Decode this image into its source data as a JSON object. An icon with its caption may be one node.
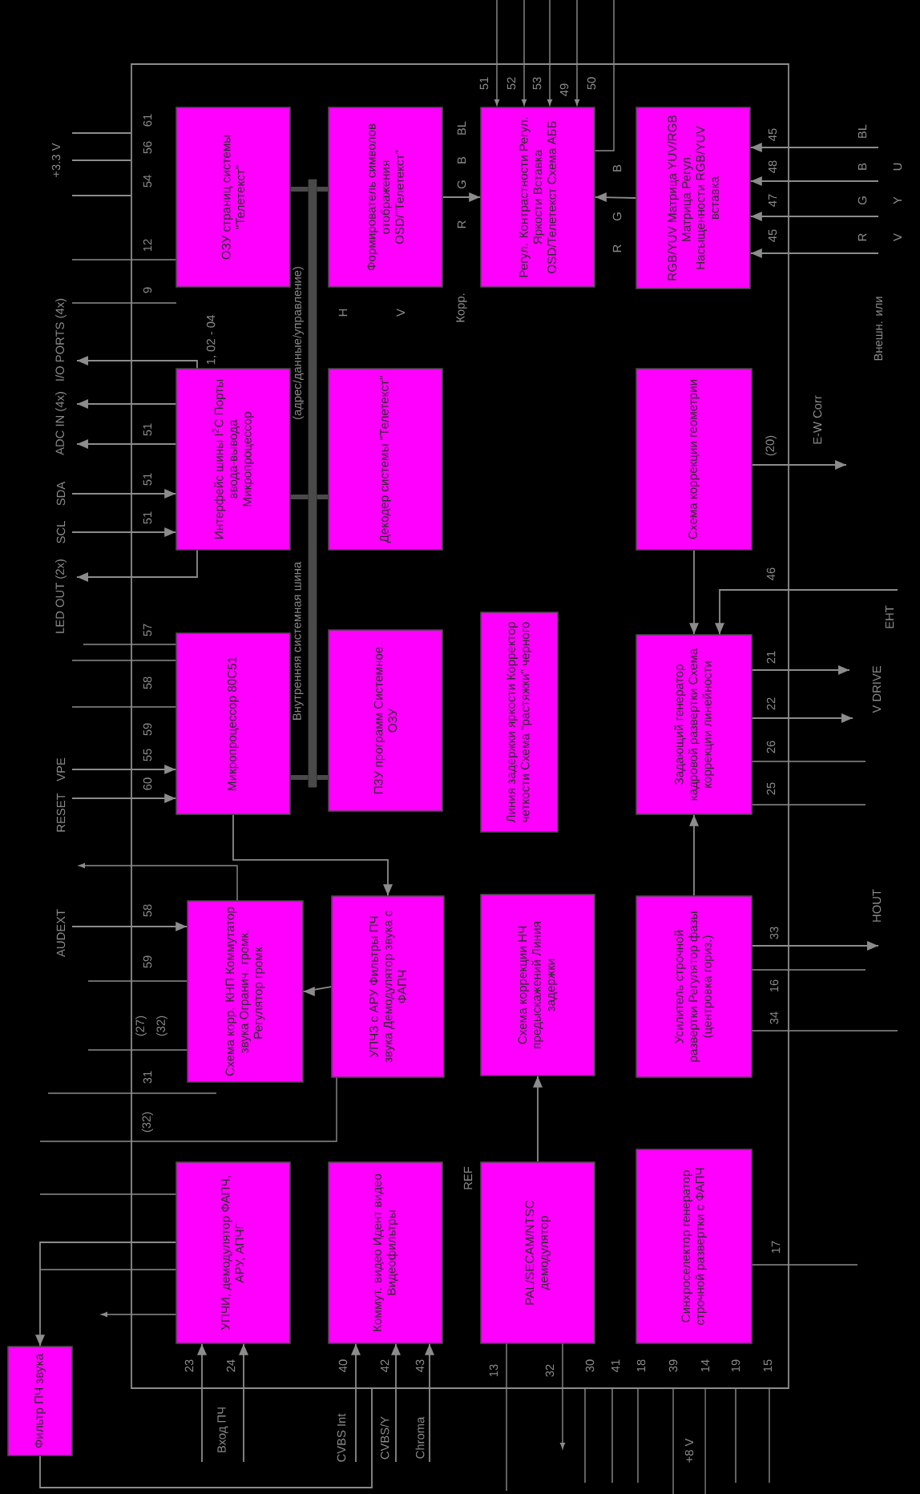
{
  "diagram": {
    "nodes": [
      {
        "text": [],
        "shape": "box"
      },
      {
        "text": [
          "ОЗУ страниц системы \"Телетекст\""
        ],
        "in": 0
      },
      {
        "text": [
          "Формирователь символов отображения OSD/\"Телетекст\""
        ],
        "in": 0
      },
      {
        "text": [
          "Регул. Контрастности Регул. Яркости Вставка OSD/Телетекст Схема АББ"
        ],
        "in": 0
      },
      {
        "text": [
          "RGB/YUV Матрица YUV/RGB Матрица Регул. Насыщенности RGB/YUV вставка"
        ],
        "in": 0
      },
      {
        "text": [
          "Интерфейс шины I$^{2}$C Порты ввода-вывода Микропроцессор"
        ],
        "in": 0
      },
      {
        "text": [
          "Декодер системы \"Телетекст\""
        ],
        "in": 0
      },
      {
        "text": [
          "Схема коррекции геометрии"
        ],
        "in": 0
      },
      {
        "text": [
          "Микропроцессор 80C51"
        ],
        "in": 0
      },
      {
        "text": [
          "ПЗУ программ Системное ОЗУ"
        ],
        "in": 0
      },
      {
        "text": [
          "Линия задержки яркости Корректор четкости Схема \"растяжки\" черного"
        ],
        "in": 0
      },
      {
        "text": [
          "Задающий генератор кадровой развертки Схема коррекции линейности"
        ],
        "in": 0
      },
      {
        "text": [
          "Схема корр. КНП Коммутатор звука Огранич. громк. Регулятор громк."
        ],
        "in": 0
      },
      {
        "text": [
          "УПЧЗ с АРУ Фильтры ПЧ звука Демодулятор звука с ФАПЧ"
        ],
        "in": 0
      },
      {
        "text": [
          "Схема коррекции НЧ предыскажений Линия задержки"
        ],
        "in": 0
      },
      {
        "text": [
          "Усилитель строчной развертки Регулятор фазы (центровка гориз.)"
        ],
        "in": 0
      },
      {
        "text": [
          "УПЧИ, демодулятор ФАПЧ, АРУ, АПЧГ"
        ],
        "in": 0
      },
      {
        "text": [
          "Коммут. видео Идент видео Видеофильтры"
        ],
        "in": 0
      },
      {
        "text": [
          "PAL/SECAM/NTSC демодулятор"
        ],
        "in": 0
      },
      {
        "text": [
          "Синхроселектор генератор строчной развертки с ФАПЧ"
        ],
        "in": 0
      },
      {
        "text": [
          "Фильтр ПЧ звука"
        ]
      },
      {
        "text": [],
        "shape": "bar",
        "beside": [
          "Внутренняя системная шина",
          "(адрес/данные/управление)"
        ],
        "in": 0
      }
    ],
    "edges": [
      {
        "from": 21,
        "to": 1,
        "arrow": "none",
        "style": "thick"
      },
      {
        "from": 21,
        "to": 2,
        "arrow": "none",
        "style": "thick"
      },
      {
        "from": 21,
        "to": 5,
        "arrow": "none",
        "style": "thick"
      },
      {
        "from": 21,
        "to": 6,
        "arrow": "none",
        "style": "thick"
      },
      {
        "from": 21,
        "to": 8,
        "arrow": "none",
        "style": "thick"
      },
      {
        "from": 21,
        "to": 9,
        "arrow": "none",
        "style": "thick"
      },
      {
        "from": 2,
        "to": 3,
        "arrow": "to"
      },
      {
        "from": 4,
        "to": 3,
        "arrow": "to"
      },
      {
        "from": 7,
        "to": 11,
        "arrow": "to"
      },
      {
        "from": 15,
        "to": 11,
        "arrow": "to"
      },
      {
        "from": 8,
        "to": 13,
        "arrow": "to"
      },
      {
        "from": 13,
        "to": 12,
        "arrow": "to"
      },
      {
        "from": 18,
        "to": 14,
        "arrow": "to"
      },
      {
        "from": 16,
        "to": 20,
        "arrow": "to"
      },
      {
        "from": 20,
        "to": 0,
        "arrow": "none"
      },
      {
        "from": null,
        "to": 11,
        "arrow": "to",
        "label": "EHT"
      },
      {
        "from": null,
        "to": 4,
        "arrow": "to",
        "label": "BL"
      },
      {
        "from": null,
        "to": 4,
        "arrow": "to",
        "label": "B"
      },
      {
        "from": null,
        "to": 4,
        "arrow": "to",
        "label": "G"
      },
      {
        "from": null,
        "to": 4,
        "arrow": "to",
        "label": "R"
      },
      {
        "from": 5,
        "to": null,
        "arrow": "to",
        "label": "LED OUT (2x)"
      },
      {
        "from": 5,
        "to": null,
        "arrow": "to",
        "label": "I/O PORTS (4x)"
      },
      {
        "from": null,
        "to": 12,
        "arrow": "to",
        "label": "AUDEXT"
      },
      {
        "from": null,
        "to": 16,
        "arrow": "to",
        "label": "Вход ПЧ"
      },
      {
        "from": null,
        "to": 16,
        "arrow": "to"
      },
      {
        "from": null,
        "to": 17,
        "arrow": "to",
        "label": "CVBS Int"
      },
      {
        "from": null,
        "to": 17,
        "arrow": "to",
        "label": "CVBS/Y"
      },
      {
        "from": null,
        "to": 17,
        "arrow": "to",
        "label": "Chroma"
      },
      {
        "from": 15,
        "to": null,
        "arrow": "to",
        "label": "HOUT"
      },
      {
        "from": 11,
        "to": null,
        "arrow": "to",
        "label": "V DRIVE"
      },
      {
        "from": 11,
        "to": null,
        "arrow": "to"
      },
      {
        "from": 7,
        "to": null,
        "arrow": "to",
        "label": "E-W Corr"
      },
      {
        "from": null,
        "to": 0,
        "arrow": "none",
        "label": "+3.3 V"
      },
      {
        "from": null,
        "to": 0,
        "arrow": "none"
      },
      {
        "from": null,
        "to": 0,
        "arrow": "none"
      },
      {
        "from": 5,
        "to": null,
        "arrow": "to",
        "label": "ADC IN (4x)"
      },
      {
        "from": 5,
        "to": null,
        "arrow": "to"
      },
      {
        "from": null,
        "to": 5,
        "arrow": "to",
        "label": "SDA"
      },
      {
        "from": null,
        "to": 5,
        "arrow": "to",
        "label": "SCL"
      },
      {
        "from": null,
        "to": 8,
        "arrow": "to",
        "label": "VPE"
      },
      {
        "from": null,
        "to": 8,
        "arrow": "to",
        "label": "RESET"
      }
    ],
    "labels": [
      "61",
      "56",
      "54",
      "12",
      "9",
      "1, 02 - 04",
      "51",
      "51",
      "51",
      "57",
      "58",
      "59",
      "55",
      "60",
      "58",
      "59",
      "(27)",
      "(32)",
      "31",
      "(32)",
      "23",
      "24",
      "40",
      "42",
      "43",
      "REF",
      "13",
      "32",
      "30",
      "41",
      "18",
      "39",
      "14",
      "19",
      "15",
      "+8 V",
      "17",
      "34",
      "16",
      "33",
      "25",
      "26",
      "22",
      "21",
      "46",
      "(20)",
      "51",
      "52",
      "53",
      "49",
      "50",
      "BL",
      "B",
      "G",
      "R",
      "Корр.",
      "H",
      "V",
      "B",
      "G",
      "R",
      "45",
      "48",
      "47",
      "45",
      "U",
      "Y",
      "V",
      "Внешн. или"
    ]
  }
}
